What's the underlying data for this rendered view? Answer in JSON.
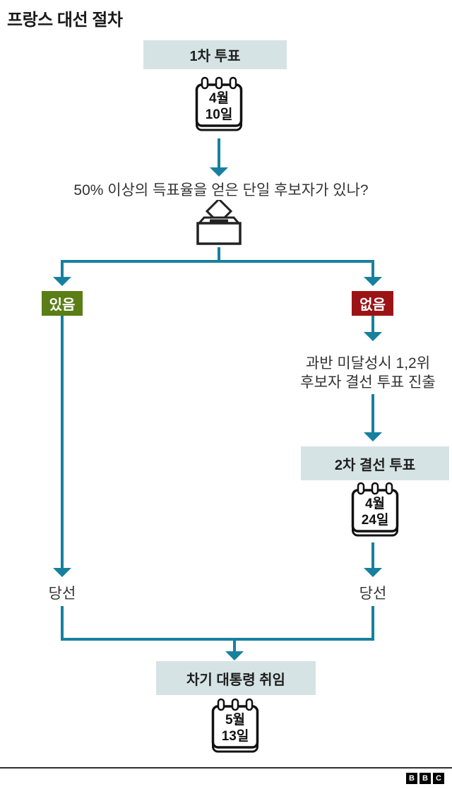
{
  "title": "프랑스 대선 절차",
  "flow": {
    "round1": {
      "label": "1차 투표",
      "month": "4월",
      "day": "10일"
    },
    "question": "50% 이상의 득표율을 얻은 단일 후보자가 있나?",
    "yes_label": "있음",
    "no_label": "없음",
    "runoff_note": {
      "line1": "과반 미달성시 1,2위",
      "line2": "후보자 결선 투표 진출"
    },
    "round2": {
      "label": "2차 결선 투표",
      "month": "4월",
      "day": "24일"
    },
    "elected_left": "당선",
    "elected_right": "당선",
    "inauguration": {
      "label": "차기 대통령 취임",
      "month": "5월",
      "day": "13일"
    }
  },
  "colors": {
    "teal": "#17809E",
    "box_bg": "#d6e3e5",
    "yes_green": "#5a7d16",
    "no_red": "#9c1316"
  },
  "footer": {
    "letters": [
      "B",
      "B",
      "C"
    ]
  }
}
